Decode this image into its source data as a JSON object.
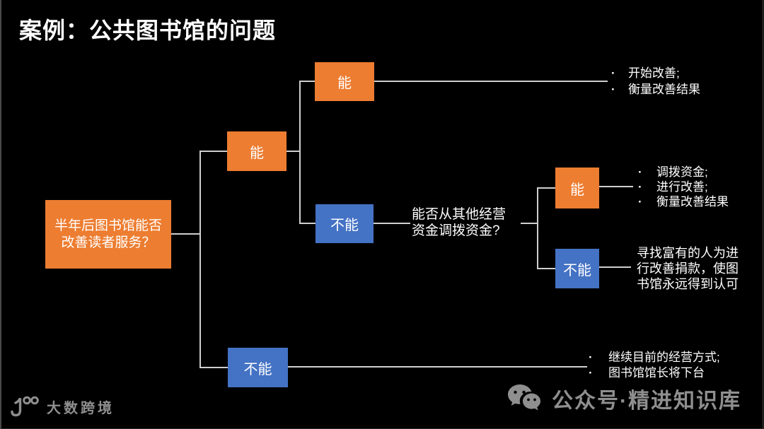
{
  "title": "案例：公共图书馆的问题",
  "colors": {
    "orange": "#ED7D31",
    "blue": "#4472C4",
    "connector_line": "#CFCFCF",
    "text": "#FFFFFF",
    "watermark_gray": "#8F8F8F",
    "background": "#000000"
  },
  "tree": {
    "root_question": "半年后图书馆能否\n改善读者服务？",
    "l1_yes": "能",
    "l1_no": "不能",
    "l2_yes": "能",
    "l2_no": "不能",
    "sub_question": "能否从其他经营\n资金调拨资金?",
    "l3_yes": "能",
    "l3_no": "不能"
  },
  "outcomes": {
    "yes_yes": [
      "开始改善;",
      "衡量改善结果"
    ],
    "sub_yes": [
      "调拨资金;",
      "进行改善;",
      "衡量改善结果"
    ],
    "sub_no_text": "寻找富有的人为进\n行改善捐款，使图\n书馆永远得到认可",
    "no": [
      "继续目前的经营方式;",
      "图书馆馆长将下台"
    ]
  },
  "footer": {
    "logo_text": "大数跨境",
    "wechat_label": "公众号·精进知识库"
  }
}
